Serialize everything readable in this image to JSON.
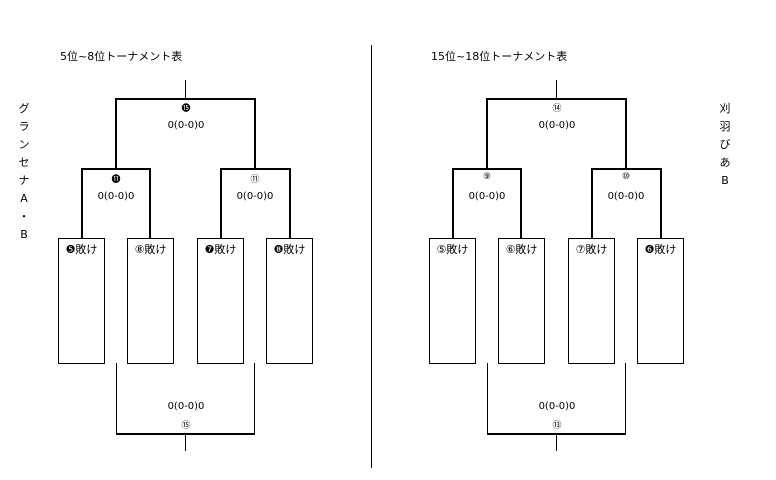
{
  "left": {
    "title": "5位~8位トーナメント表",
    "venue_chars": [
      "グ",
      "ラ",
      "ン",
      "セ",
      "ナ",
      "A",
      "・",
      "B"
    ],
    "final_match_no": "⓯",
    "final_score": "0(0-0)0",
    "semi1_match_no": "⓫",
    "semi1_score": "0(0-0)0",
    "semi2_match_no": "⑪",
    "semi2_score": "0(0-0)0",
    "entrants": [
      "❺敗け",
      "⑧敗け",
      "❼敗け",
      "❽敗け"
    ],
    "place_score": "0(0-0)0",
    "place_match_no": "⑮"
  },
  "right": {
    "title": "15位~18位トーナメント表",
    "venue_chars": [
      "刈",
      "羽",
      "び",
      "あ",
      "B"
    ],
    "final_match_no": "⑭",
    "final_score": "0(0-0)0",
    "semi1_match_no": "⑨",
    "semi1_score": "0(0-0)0",
    "semi2_match_no": "⑩",
    "semi2_score": "0(0-0)0",
    "entrants": [
      "⑤敗け",
      "⑥敗け",
      "⑦敗け",
      "❻敗け"
    ],
    "place_score": "0(0-0)0",
    "place_match_no": "⑬"
  }
}
